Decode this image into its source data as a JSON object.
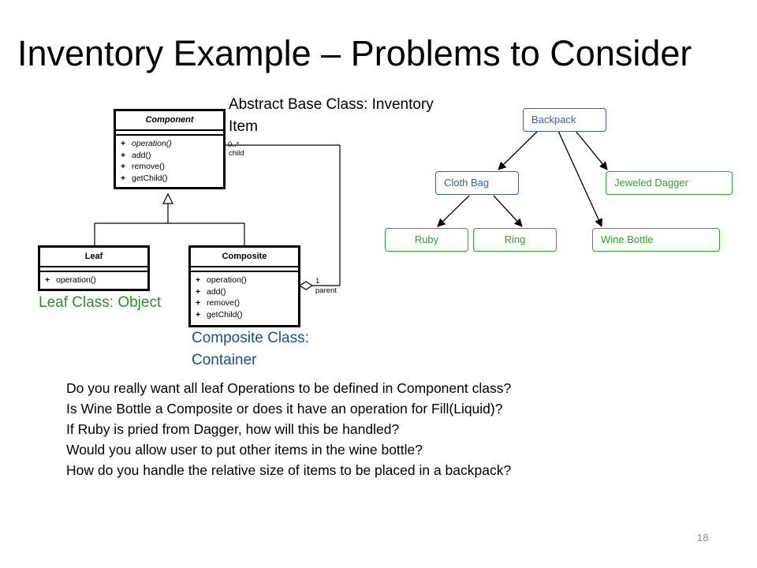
{
  "slide": {
    "title": "Inventory Example – Problems to Consider",
    "page_number": "18"
  },
  "labels": {
    "abstract_line1": "Abstract Base Class: Inventory",
    "abstract_line2": "Item",
    "leaf": "Leaf Class: Object",
    "composite_line1": "Composite Class:",
    "composite_line2": "Container"
  },
  "uml": {
    "component": {
      "name": "Component",
      "ops": [
        "operation()",
        "add()",
        "remove()",
        "getChild()"
      ]
    },
    "leaf": {
      "name": "Leaf",
      "ops": [
        "operation()"
      ]
    },
    "composite": {
      "name": "Composite",
      "ops": [
        "operation()",
        "add()",
        "remove()",
        "getChild()"
      ]
    },
    "plus": "+",
    "mult_child": "0..*",
    "role_child": "child",
    "mult_parent": "1",
    "role_parent": "parent"
  },
  "tree": {
    "backpack": "Backpack",
    "cloth_bag": "Cloth Bag",
    "jeweled_dagger": "Jeweled Dagger",
    "ruby": "Ruby",
    "ring": "Ring",
    "wine_bottle": "Wine Bottle"
  },
  "questions": [
    "Do you really want all leaf Operations to be defined in Component class?",
    "Is Wine Bottle a Composite or does it have an operation for Fill(Liquid)?",
    "If Ruby is pried from Dagger, how will this be handled?",
    "Would you allow user to put other items in the wine bottle?",
    "How do you handle the relative size of items to be placed in a backpack?"
  ],
  "colors": {
    "leaf_label": "#2e8b2e",
    "composite_label": "#1f4e8c",
    "node_blue": "#3a5ea8",
    "node_green": "#2ea02e"
  }
}
